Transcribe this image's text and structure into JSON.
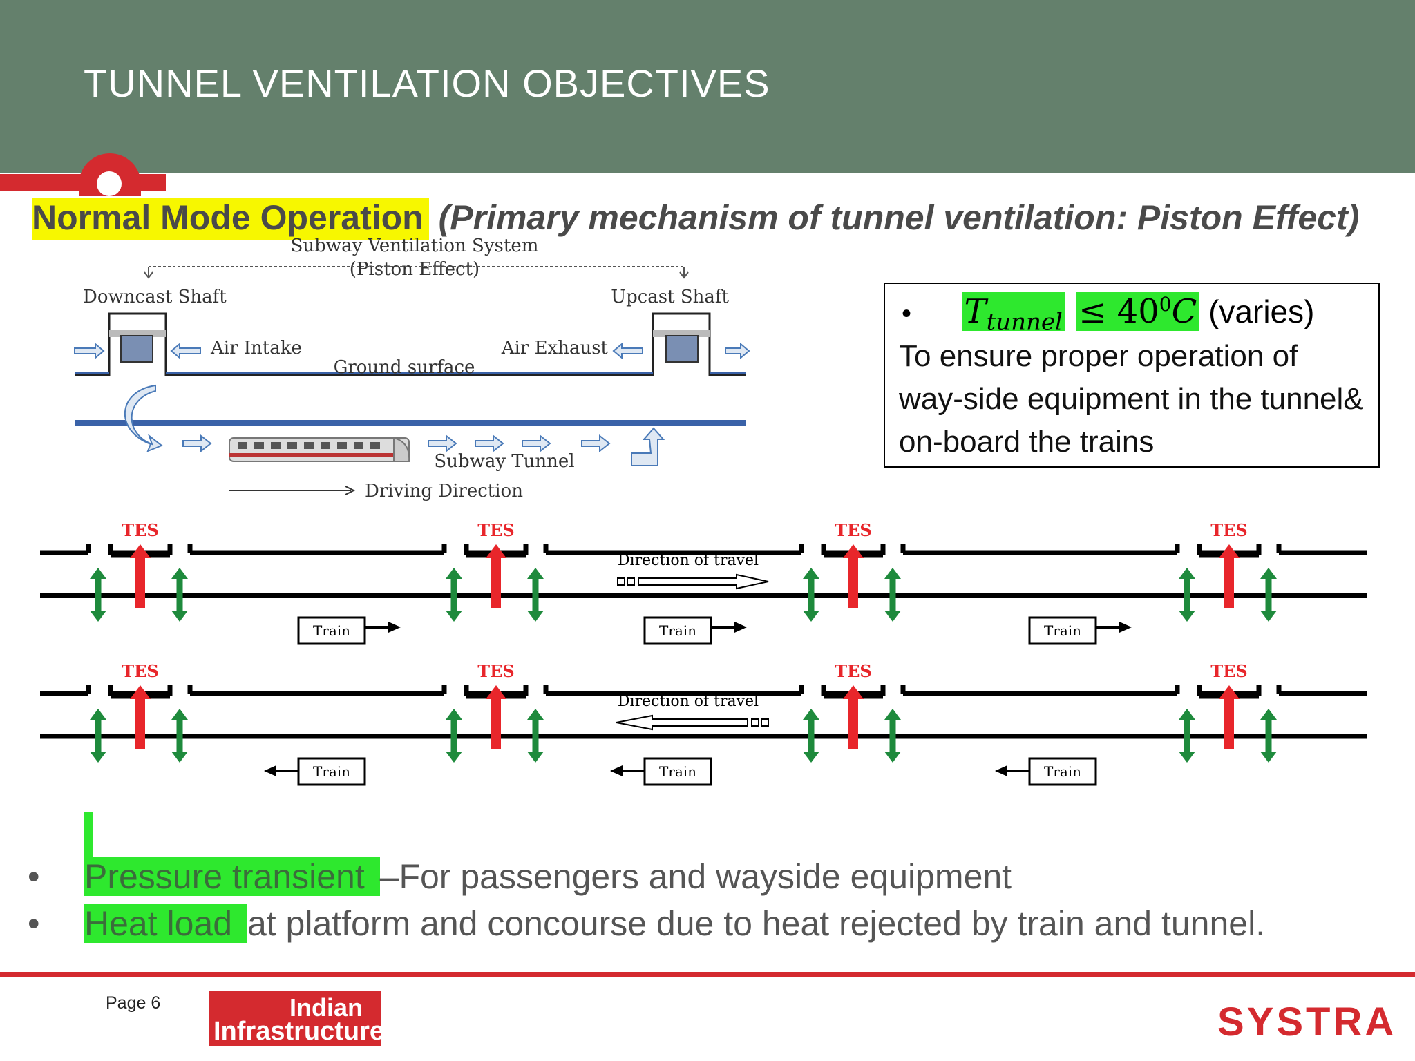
{
  "slide": {
    "title": "TUNNEL VENTILATION OBJECTIVES",
    "subtitle_highlight": "Normal Mode Operation",
    "subtitle_rest": " (Primary mechanism of tunnel ventilation: Piston Effect)"
  },
  "diagram_top": {
    "title1": "Subway Ventilation System",
    "title2": "(Piston Effect)",
    "downcast": "Downcast Shaft",
    "upcast": "Upcast Shaft",
    "air_intake": "Air Intake",
    "air_exhaust": "Air Exhaust",
    "ground": "Ground surface",
    "tunnel": "Subway Tunnel",
    "driving": "Driving Direction"
  },
  "infobox": {
    "bullet": "•",
    "formula_var": "T",
    "formula_sub": "tunnel",
    "formula_rel": "≤ 40",
    "formula_sup": "0",
    "formula_unit": "C",
    "formula_note": " (varies)",
    "text": "To ensure proper operation of way-side equipment in the tunnel& on-board the trains"
  },
  "diagram_tes": {
    "station_label": "TES",
    "train_label": "Train",
    "direction_label": "Direction of travel"
  },
  "bullets": [
    {
      "dot": "•",
      "highlight": "Pressure transient ",
      "rest": "–For passengers and wayside equipment"
    },
    {
      "dot": "•",
      "highlight": "Heat load ",
      "rest": "at platform and concourse due to heat rejected by train and tunnel."
    }
  ],
  "footer": {
    "page": "Page 6",
    "logo_line1": "Indian",
    "logo_line2": "Infrastructure",
    "brand": "SYSTRA"
  },
  "colors": {
    "header": "#64806c",
    "accent_red": "#d42a2f",
    "highlight_yellow": "#f7f700",
    "highlight_green": "#2ee82e",
    "arrow_green": "#1e8a3c",
    "arrow_red": "#e8262b"
  }
}
